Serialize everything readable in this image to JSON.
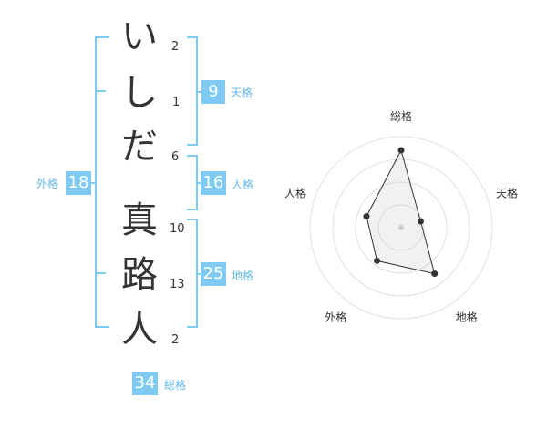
{
  "name": {
    "characters": [
      {
        "char": "い",
        "strokes": "2"
      },
      {
        "char": "し",
        "strokes": "1"
      },
      {
        "char": "だ",
        "strokes": "6"
      },
      {
        "char": "真",
        "strokes": "10"
      },
      {
        "char": "路",
        "strokes": "13"
      },
      {
        "char": "人",
        "strokes": "2"
      }
    ]
  },
  "scores": {
    "tenkaku": {
      "value": "9",
      "label": "天格"
    },
    "jinkaku": {
      "value": "16",
      "label": "人格"
    },
    "chikaku": {
      "value": "25",
      "label": "地格"
    },
    "gaikaku": {
      "value": "18",
      "label": "外格"
    },
    "soukaku": {
      "value": "34",
      "label": "総格"
    }
  },
  "colors": {
    "accent": "#7fcaf2",
    "label": "#63b8e6",
    "text": "#333333"
  },
  "chart_data": {
    "type": "radar",
    "axes": [
      "総格",
      "天格",
      "地格",
      "外格",
      "人格"
    ],
    "values": [
      34,
      9,
      25,
      18,
      16
    ],
    "rings": 4,
    "grid": true
  }
}
